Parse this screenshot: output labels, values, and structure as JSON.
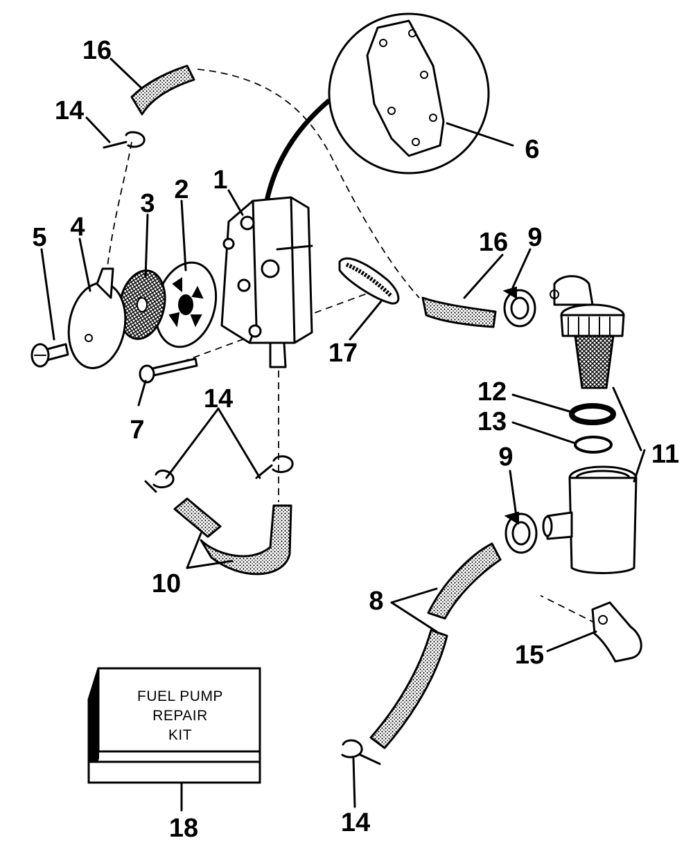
{
  "callouts": {
    "c1": "1",
    "c2": "2",
    "c3": "3",
    "c4": "4",
    "c5": "5",
    "c6": "6",
    "c7": "7",
    "c8": "8",
    "c9a": "9",
    "c9b": "9",
    "c10": "10",
    "c11": "11",
    "c12": "12",
    "c13": "13",
    "c14a": "14",
    "c14b": "14",
    "c14c": "14",
    "c15": "15",
    "c16a": "16",
    "c16b": "16",
    "c17": "17",
    "c18": "18"
  },
  "kit_box": {
    "line1": "FUEL PUMP",
    "line2": "REPAIR",
    "line3": "KIT"
  }
}
